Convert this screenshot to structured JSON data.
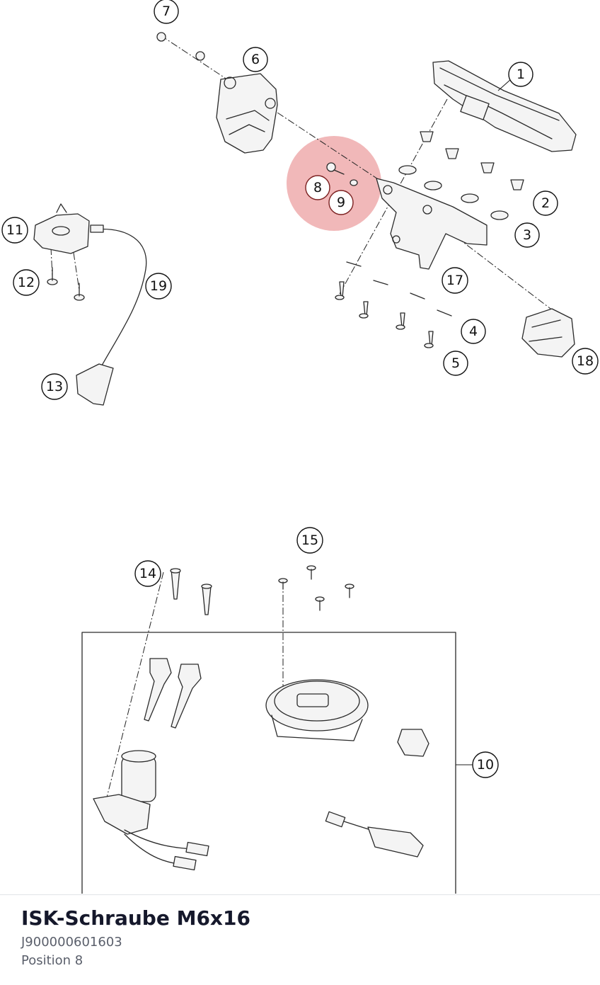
{
  "diagram": {
    "highlight_color": "#e8898a",
    "callouts": [
      "1",
      "2",
      "3",
      "4",
      "5",
      "6",
      "7",
      "8",
      "9",
      "10",
      "11",
      "12",
      "13",
      "14",
      "15",
      "17",
      "18",
      "19"
    ],
    "selected_callouts": [
      "8",
      "9"
    ]
  },
  "part": {
    "title": "ISK-Schraube M6x16",
    "number": "J900000601603",
    "position": "Position 8"
  }
}
